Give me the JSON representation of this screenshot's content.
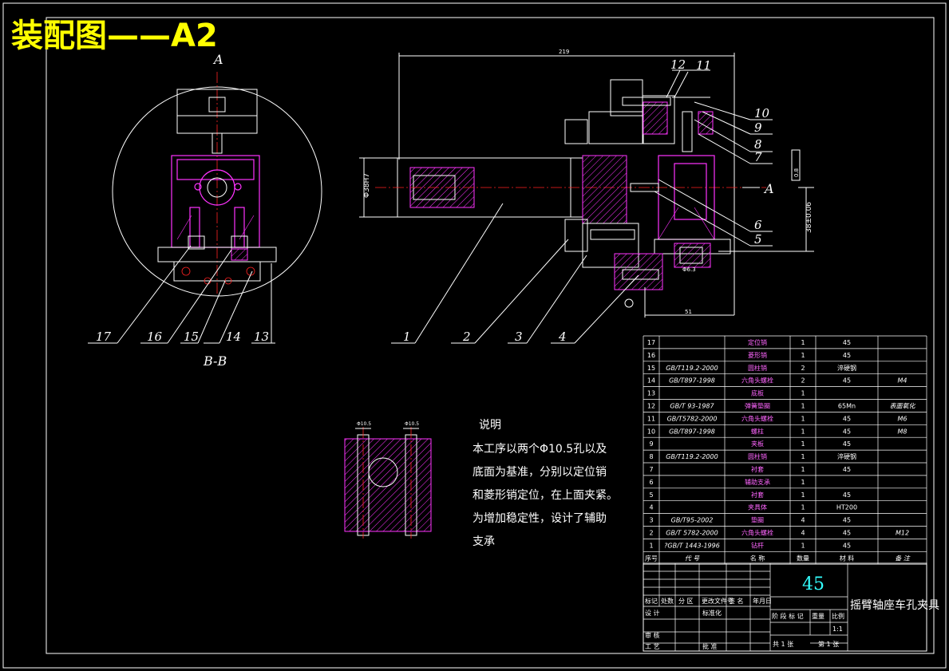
{
  "title": "装配图——A2",
  "views": {
    "section_label_top": "A",
    "section_label_side": "A",
    "section_name": "B-B",
    "dim_total_length": "219",
    "dim_diameter": "Φ38H7",
    "dim_height": "38±0.06",
    "dim_roughness": "0.8",
    "dim_bottom": "51",
    "dim_small_left": "Φ10.5",
    "dim_small_right": "Φ10.5",
    "dim_pin": "Φ6.3"
  },
  "callouts": [
    "17",
    "16",
    "15",
    "14",
    "13",
    "1",
    "2",
    "3",
    "4",
    "5",
    "6",
    "7",
    "8",
    "9",
    "10",
    "11",
    "12"
  ],
  "notes": {
    "heading": "说明",
    "lines": [
      "本工序以两个Φ10.5孔以及",
      "底面为基准，分别以定位销",
      "和菱形销定位，在上面夹紧。",
      "为增加稳定性，设计了辅助",
      "支承"
    ]
  },
  "parts_list": {
    "rows": [
      {
        "no": "17",
        "code": "",
        "name": "定位销",
        "qty": "1",
        "material": "45",
        "remark": ""
      },
      {
        "no": "16",
        "code": "",
        "name": "菱形销",
        "qty": "1",
        "material": "45",
        "remark": ""
      },
      {
        "no": "15",
        "code": "GB/T119.2-2000",
        "name": "圆柱销",
        "qty": "2",
        "material": "淬硬钢",
        "remark": ""
      },
      {
        "no": "14",
        "code": "GB/T897-1998",
        "name": "六角头螺栓",
        "qty": "2",
        "material": "45",
        "remark": "M4"
      },
      {
        "no": "13",
        "code": "",
        "name": "底板",
        "qty": "1",
        "material": "",
        "remark": ""
      },
      {
        "no": "12",
        "code": "GB/T 93-1987",
        "name": "弹簧垫圈",
        "qty": "1",
        "material": "65Mn",
        "remark": "表面氧化"
      },
      {
        "no": "11",
        "code": "GB/T5782-2000",
        "name": "六角头螺栓",
        "qty": "1",
        "material": "45",
        "remark": "M6"
      },
      {
        "no": "10",
        "code": "GB/T897-1998",
        "name": "螺柱",
        "qty": "1",
        "material": "45",
        "remark": "M8"
      },
      {
        "no": "9",
        "code": "",
        "name": "夹板",
        "qty": "1",
        "material": "45",
        "remark": ""
      },
      {
        "no": "8",
        "code": "GB/T119.2-2000",
        "name": "圆柱销",
        "qty": "1",
        "material": "淬硬钢",
        "remark": ""
      },
      {
        "no": "7",
        "code": "",
        "name": "衬套",
        "qty": "1",
        "material": "45",
        "remark": ""
      },
      {
        "no": "6",
        "code": "",
        "name": "辅助支承",
        "qty": "1",
        "material": "",
        "remark": ""
      },
      {
        "no": "5",
        "code": "",
        "name": "衬套",
        "qty": "1",
        "material": "45",
        "remark": ""
      },
      {
        "no": "4",
        "code": "",
        "name": "夹具体",
        "qty": "1",
        "material": "HT200",
        "remark": ""
      },
      {
        "no": "3",
        "code": "GB/T95-2002",
        "name": "垫圈",
        "qty": "4",
        "material": "45",
        "remark": ""
      },
      {
        "no": "2",
        "code": "GB/T 5782-2000",
        "name": "六角头螺栓",
        "qty": "4",
        "material": "45",
        "remark": "M12"
      },
      {
        "no": "1",
        "code": "?GB/T 1443-1996",
        "name": "钻杆",
        "qty": "1",
        "material": "45",
        "remark": ""
      }
    ],
    "header": {
      "no": "序号",
      "code": "代  号",
      "name": "名  称",
      "qty": "数量",
      "material": "材  料",
      "remark": "备  注"
    }
  },
  "title_block": {
    "material": "45",
    "drawing_name": "摇臂轴座车孔夹具",
    "row_labels": [
      "标记",
      "处数",
      "分 区",
      "更改文件号",
      "签 名",
      "年月日"
    ],
    "design": "设 计",
    "standardize": "标准化",
    "check": "审 核",
    "process": "工 艺",
    "approve": "批 准",
    "stage_labels": [
      "阶 段 标 记",
      "重量",
      "比例"
    ],
    "scale": "1:1",
    "sheets_total": "共 1 张",
    "sheet_no": "第 1 张"
  },
  "colors": {
    "outline": "#ffffff",
    "section": "#ff33ff",
    "centerline": "#ff2222",
    "title": "#ffff00",
    "accent": "#33ff33"
  }
}
